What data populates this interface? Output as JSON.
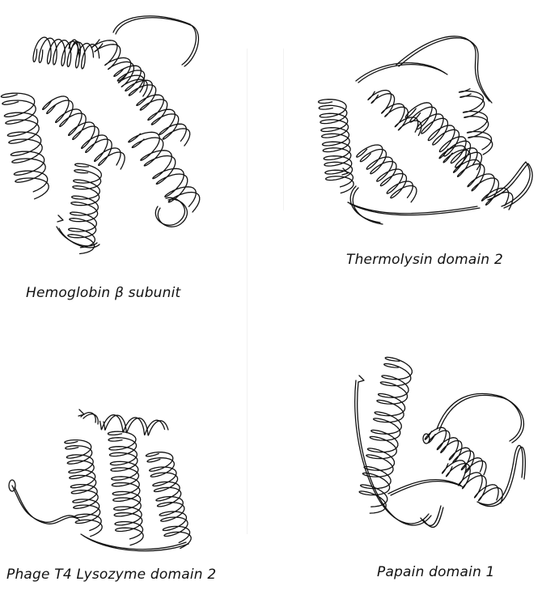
{
  "figure": {
    "panels": [
      {
        "id": "hemoglobin",
        "caption": "Hemoglobin β subunit",
        "icon": "protein-ribbon-icon"
      },
      {
        "id": "thermolysin",
        "caption": "Thermolysin domain 2",
        "icon": "protein-ribbon-icon"
      },
      {
        "id": "lysozyme",
        "caption": "Phage T4 Lysozyme domain 2",
        "icon": "protein-ribbon-icon"
      },
      {
        "id": "papain",
        "caption": "Papain domain 1",
        "icon": "protein-ribbon-icon"
      }
    ]
  }
}
